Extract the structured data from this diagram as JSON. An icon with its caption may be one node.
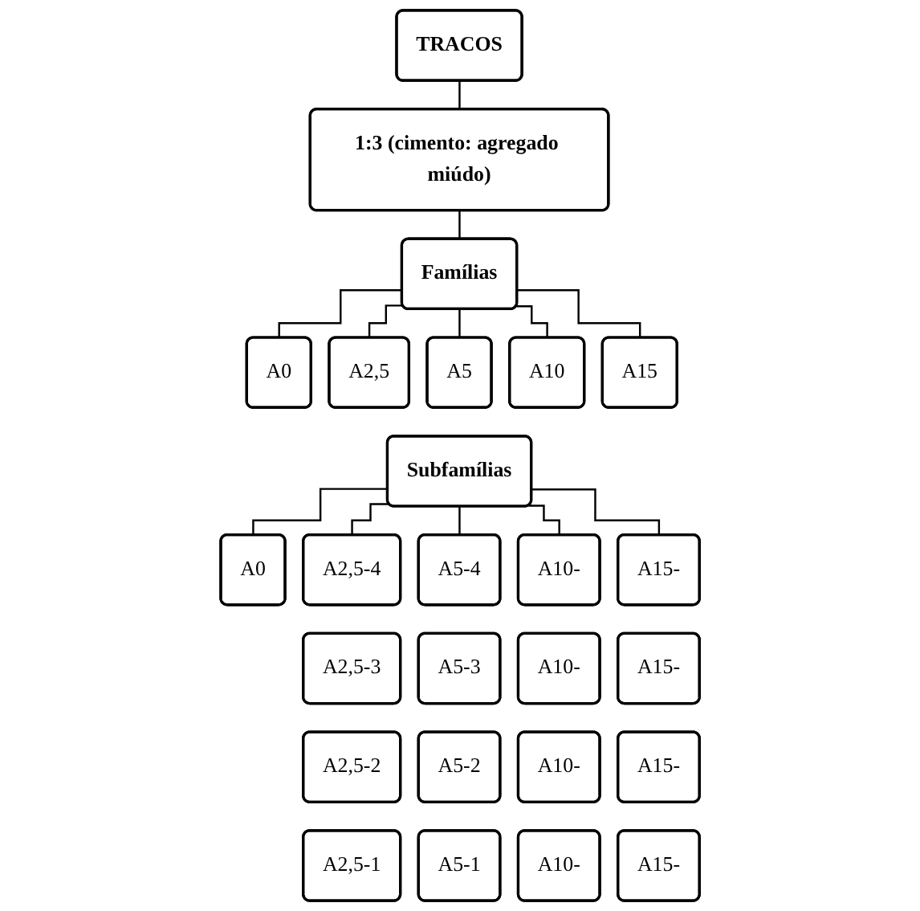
{
  "diagram": {
    "nodes": [
      {
        "text": [
          "TRACOS"
        ]
      },
      {
        "text": [
          "1:3 (cimento: agregado miúdo)"
        ]
      },
      {
        "text": [
          "Famílias"
        ]
      },
      {
        "text": [
          "A0"
        ]
      },
      {
        "text": [
          "A2,5"
        ]
      },
      {
        "text": [
          "A5"
        ]
      },
      {
        "text": [
          "A10"
        ]
      },
      {
        "text": [
          "A15"
        ]
      },
      {
        "text": [
          "Subfamílias"
        ]
      },
      {
        "text": [
          "A0"
        ]
      },
      {
        "text": [
          "A2,5-4"
        ]
      },
      {
        "text": [
          "A5-4"
        ]
      },
      {
        "text": [
          "A10-"
        ]
      },
      {
        "text": [
          "A15-"
        ]
      },
      {
        "text": [
          "A2,5-3"
        ]
      },
      {
        "text": [
          "A5-3"
        ]
      },
      {
        "text": [
          "A10-"
        ]
      },
      {
        "text": [
          "A15-"
        ]
      },
      {
        "text": [
          "A2,5-2"
        ]
      },
      {
        "text": [
          "A5-2"
        ]
      },
      {
        "text": [
          "A10-"
        ]
      },
      {
        "text": [
          "A15-"
        ]
      },
      {
        "text": [
          "A2,5-1"
        ]
      },
      {
        "text": [
          "A5-1"
        ]
      },
      {
        "text": [
          "A10-"
        ]
      },
      {
        "text": [
          "A15-"
        ]
      }
    ],
    "edges": [
      {
        "from": 0,
        "to": 1,
        "arrow": "none"
      },
      {
        "from": 1,
        "to": 2,
        "arrow": "none"
      },
      {
        "from": 2,
        "to": 3,
        "arrow": "none"
      },
      {
        "from": 2,
        "to": 4,
        "arrow": "none"
      },
      {
        "from": 2,
        "to": 5,
        "arrow": "none"
      },
      {
        "from": 2,
        "to": 6,
        "arrow": "none"
      },
      {
        "from": 2,
        "to": 7,
        "arrow": "none"
      },
      {
        "from": 8,
        "to": 9,
        "arrow": "none"
      },
      {
        "from": 8,
        "to": 10,
        "arrow": "none"
      },
      {
        "from": 8,
        "to": 11,
        "arrow": "none"
      },
      {
        "from": 8,
        "to": 12,
        "arrow": "none"
      },
      {
        "from": 8,
        "to": 13,
        "arrow": "none"
      }
    ]
  }
}
